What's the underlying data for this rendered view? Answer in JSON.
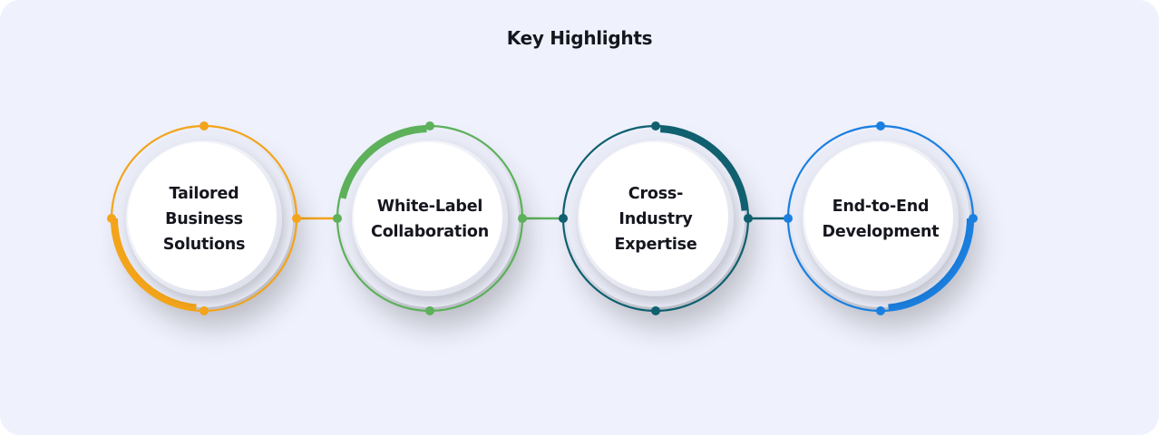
{
  "title": "Key Highlights",
  "nodes": [
    {
      "label_lines": [
        "Tailored",
        "Business",
        "Solutions"
      ],
      "color": "#f3a41a",
      "accent_arc": "left-bottom"
    },
    {
      "label_lines": [
        "White-Label",
        "Collaboration"
      ],
      "color": "#5cb15a",
      "accent_arc": "top-left"
    },
    {
      "label_lines": [
        "Cross-",
        "Industry",
        "Expertise"
      ],
      "color": "#10606f",
      "accent_arc": "top-right"
    },
    {
      "label_lines": [
        "End-to-End",
        "Development"
      ],
      "color": "#1a7fe0",
      "accent_arc": "right-bottom"
    }
  ]
}
